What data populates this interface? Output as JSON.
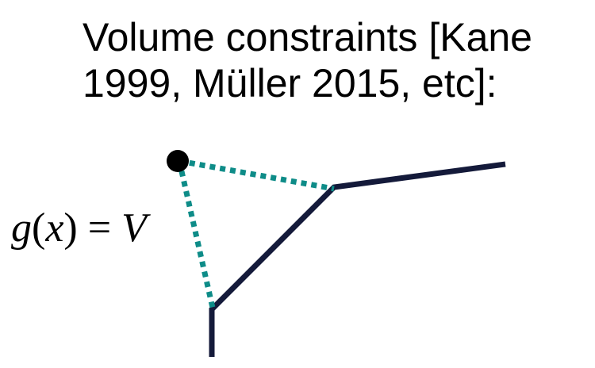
{
  "title": {
    "line1": "Volume constraints [Kane",
    "line2": "1999, Müller 2015, etc]:"
  },
  "equation": {
    "func": "g",
    "open": "(",
    "var": "x",
    "close": ")",
    "equals": " = ",
    "rhs": "V"
  },
  "colors": {
    "polyline": "#141a3a",
    "constraint": "#0e8c88",
    "point": "#000000"
  }
}
